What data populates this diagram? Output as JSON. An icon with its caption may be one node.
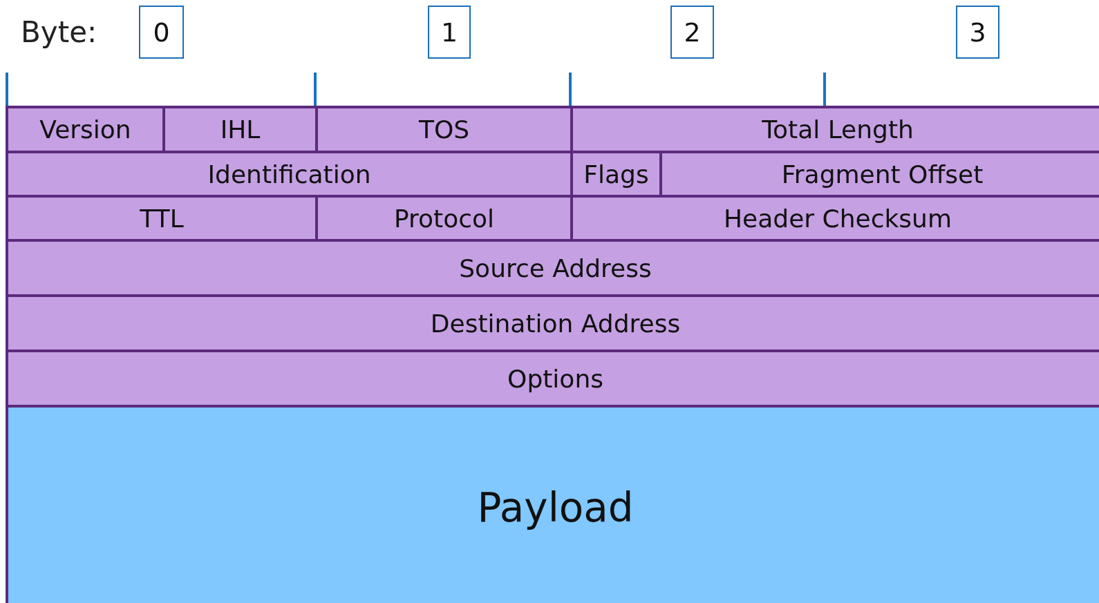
{
  "diagram": {
    "nodes": [
      {
        "text": [
          "0"
        ]
      },
      {
        "text": [
          "1"
        ]
      },
      {
        "text": [
          "2"
        ]
      },
      {
        "text": [
          "3"
        ]
      },
      {
        "text": [
          "Version"
        ]
      },
      {
        "text": [
          "IHL"
        ]
      },
      {
        "text": [
          "TOS"
        ]
      },
      {
        "text": [
          "Total Length"
        ]
      },
      {
        "text": [
          "Identification"
        ]
      },
      {
        "text": [
          "Flags"
        ]
      },
      {
        "text": [
          "Fragment Offset"
        ]
      },
      {
        "text": [
          "TTL"
        ]
      },
      {
        "text": [
          "Protocol"
        ]
      },
      {
        "text": [
          "Header Checksum"
        ]
      },
      {
        "text": [
          "Source Address"
        ]
      },
      {
        "text": [
          "Destination Address"
        ]
      },
      {
        "text": [
          "Options"
        ]
      },
      {
        "text": [
          "Payload"
        ]
      }
    ],
    "labels": [
      "Byte:"
    ]
  }
}
